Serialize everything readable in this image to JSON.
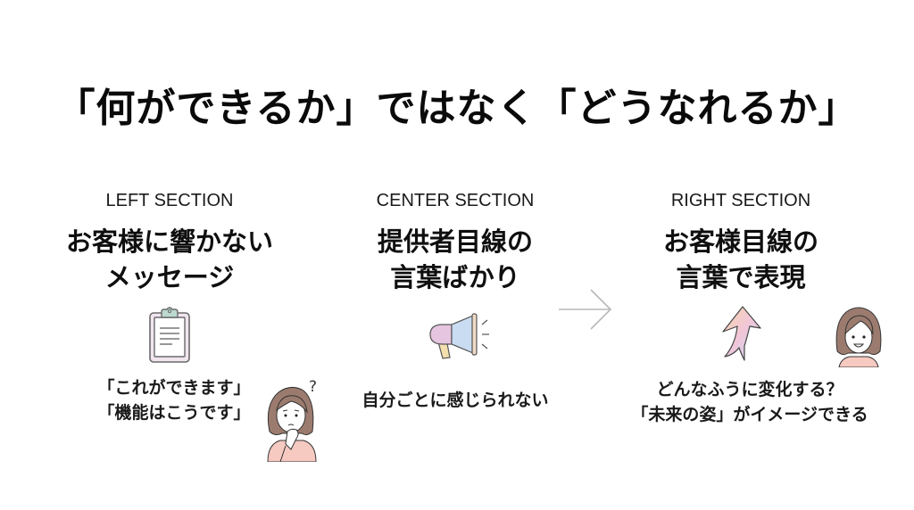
{
  "title": "「何ができるか」ではなく「どうなれるか」",
  "sections": {
    "left": {
      "label": "LEFT SECTION",
      "heading_line1": "お客様に響かない",
      "heading_line2": "メッセージ",
      "caption_line1": "「これができます」",
      "caption_line2": "「機能はこうです」",
      "icons": [
        "clipboard-icon",
        "confused-woman-icon",
        "question-mark-icon"
      ],
      "question_mark": "?"
    },
    "center": {
      "label": "CENTER SECTION",
      "heading_line1": "提供者目線の",
      "heading_line2": "言葉ばかり",
      "caption_line1": "自分ごとに感じられない",
      "icons": [
        "megaphone-icon"
      ]
    },
    "right": {
      "label": "RIGHT SECTION",
      "heading_line1": "お客様目線の",
      "heading_line2": "言葉で表現",
      "caption_line1": "どんなふうに変化する？",
      "caption_line2": "「未来の姿」がイメージできる",
      "icons": [
        "upward-arrow-icon",
        "smiling-woman-icon"
      ]
    }
  },
  "connector": {
    "icon": "right-arrow-icon"
  },
  "colors": {
    "background": "#ffffff",
    "text": "#111111",
    "clipboard_border": "#d9c3d6",
    "clipboard_clip": "#bcd8cf",
    "megaphone_pink": "#e6c5e0",
    "megaphone_blue": "#c9dcf2",
    "megaphone_handle": "#f3dfae",
    "arrow_gray": "#b8b8b8",
    "hair": "#9c7b6f",
    "shirt": "#f6c9c1",
    "skin": "#ffffff"
  }
}
